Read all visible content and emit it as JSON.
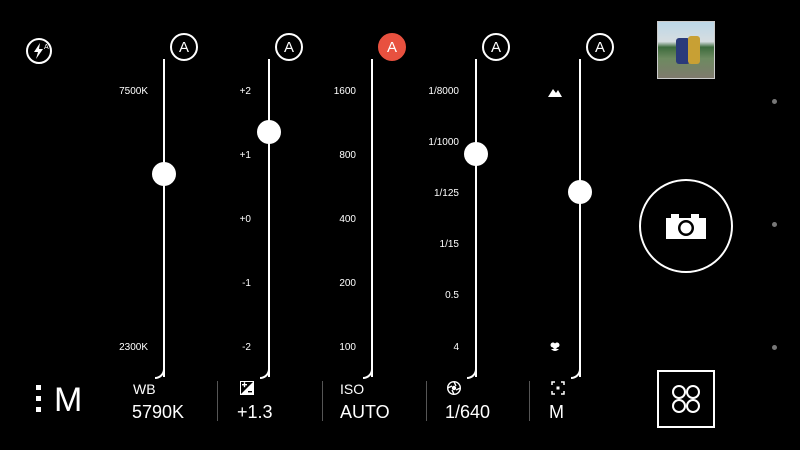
{
  "mode_label": "M",
  "sliders": [
    {
      "id": "wb",
      "auto": "A",
      "auto_active": false,
      "label": "WB",
      "value": "5790K",
      "ticks": [
        "7500K",
        "2300K"
      ],
      "label_icon": ""
    },
    {
      "id": "ev",
      "auto": "A",
      "auto_active": false,
      "label": "",
      "value": "+1.3",
      "ticks": [
        "+2",
        "+1",
        "+0",
        "-1",
        "-2"
      ],
      "label_icon": "exposure-icon"
    },
    {
      "id": "iso",
      "auto": "A",
      "auto_active": true,
      "label": "ISO",
      "value": "AUTO",
      "ticks": [
        "1600",
        "800",
        "400",
        "200",
        "100"
      ],
      "label_icon": ""
    },
    {
      "id": "shutter",
      "auto": "A",
      "auto_active": false,
      "label": "",
      "value": "1/640",
      "ticks": [
        "1/8000",
        "1/1000",
        "1/125",
        "1/15",
        "0.5",
        "4"
      ],
      "label_icon": "shutter-icon"
    },
    {
      "id": "focus",
      "auto": "A",
      "auto_active": false,
      "label": "",
      "value": "M",
      "ticks": [],
      "label_icon": "focus-icon"
    }
  ],
  "icons": {
    "flash": "flash-auto-icon",
    "menu": "more-vert-icon",
    "shutter_button": "camera-icon",
    "modes": "camera-modes-icon",
    "thumbnail": "gallery-thumbnail"
  }
}
